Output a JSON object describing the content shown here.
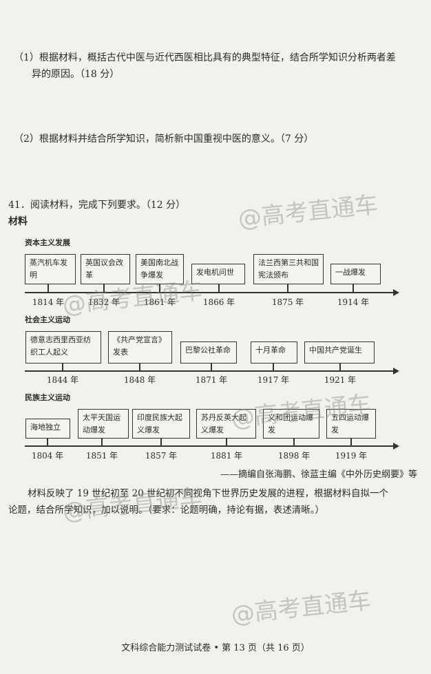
{
  "questions": {
    "q1": "（1）根据材料，概括古代中医与近代西医相比具有的典型特征，结合所学知识分析两者差",
    "q1_cont": "异的原因。（18 分）",
    "q2": "（2）根据材料并结合所学知识，简析新中国重视中医的意义。（7 分）",
    "q41": "41．阅读材料，完成下列要求。（12 分）",
    "material_label": "材料"
  },
  "timelines": [
    {
      "title": "资本主义发展",
      "events": [
        {
          "text": "蒸汽机车发明",
          "year": "1814 年"
        },
        {
          "text": "英国议会改革",
          "year": "1832 年"
        },
        {
          "text": "美国南北战争爆发",
          "year": "1861 年"
        },
        {
          "text": "发电机问世",
          "year": "1866 年"
        },
        {
          "text": "法兰西第三共和国宪法颁布",
          "year": "1875 年"
        },
        {
          "text": "一战爆发",
          "year": "1914 年"
        }
      ]
    },
    {
      "title": "社会主义运动",
      "events": [
        {
          "text": "德意志西里西亚纺织工人起义",
          "year": "1844 年"
        },
        {
          "text": "《共产党宣言》发表",
          "year": "1848 年"
        },
        {
          "text": "巴黎公社革命",
          "year": "1871 年"
        },
        {
          "text": "十月革命",
          "year": "1917 年"
        },
        {
          "text": "中国共产党诞生",
          "year": "1921 年"
        }
      ]
    },
    {
      "title": "民族主义运动",
      "events": [
        {
          "text": "海地独立",
          "year": "1804 年"
        },
        {
          "text": "太平天国运动爆发",
          "year": "1851 年"
        },
        {
          "text": "印度民族大起义爆发",
          "year": "1857 年"
        },
        {
          "text": "苏丹反英大起义爆发",
          "year": "1881 年"
        },
        {
          "text": "义和团运动爆发",
          "year": "1898 年"
        },
        {
          "text": "五四运动爆发",
          "year": "1919 年"
        }
      ]
    }
  ],
  "source": "——摘编自张海鹏、徐蓝主编《中外历史纲要》等",
  "prompt_line1": "材料反映了 19 世纪初至 20 世纪初不同视角下世界历史发展的进程，根据材料自拟一个",
  "prompt_line2": "论题，结合所学知识，加以说明。（要求：论题明确，持论有据，表述清晰。）",
  "footer": "文科综合能力测试试卷 • 第 13 页（共 16 页）",
  "watermark": "@高考直通车"
}
